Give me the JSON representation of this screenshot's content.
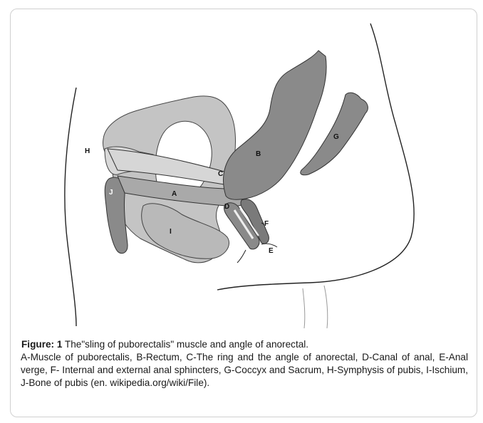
{
  "labels": {
    "A": "A",
    "B": "B",
    "C": "C",
    "D": "D",
    "E": "E",
    "F": "F",
    "G": "G",
    "H": "H",
    "I": "I",
    "J": "J"
  },
  "caption": {
    "figure_label": "Figure: 1",
    "title": " The\"sling of puborectalis\" muscle and angle of anorectal.",
    "body": "A-Muscle of puborectalis, B-Rectum, C-The ring and the angle of anorectal, D-Canal of anal, E-Anal verge, F- Internal and external anal sphincters, G-Coccyx and Sacrum, H-Symphysis of pubis, I-Ischium, J-Bone of pubis (en. wikipedia.org/wiki/File)."
  },
  "colors": {
    "light_bone": "#c4c4c4",
    "dark_tissue": "#8a8a8a",
    "outline": "#222222",
    "border": "#d0d0d0"
  }
}
